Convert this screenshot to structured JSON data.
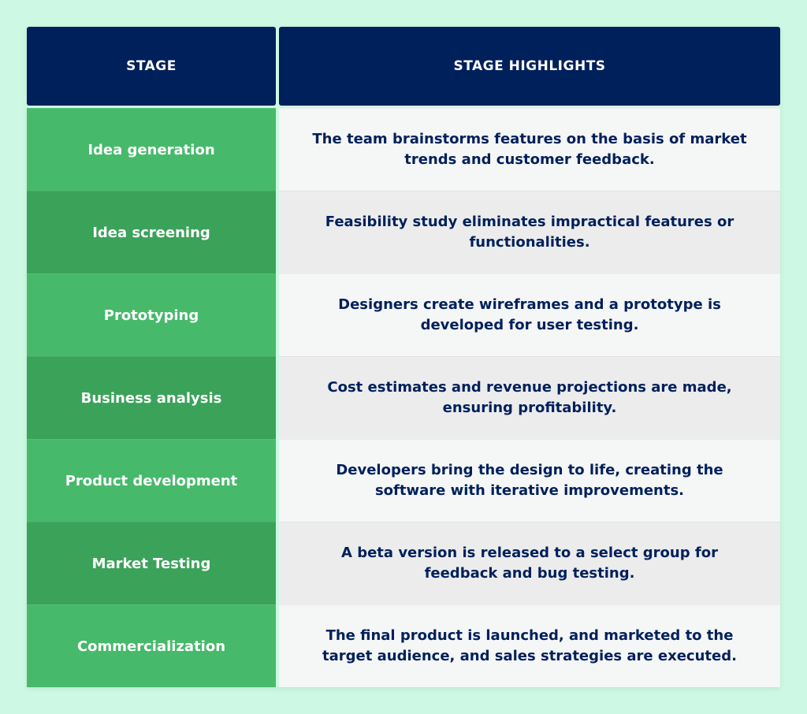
{
  "table": {
    "headers": {
      "stage": "STAGE",
      "highlights": "STAGE HIGHLIGHTS"
    },
    "rows": [
      {
        "stage": "Idea generation",
        "highlight": "The team brainstorms features on the basis of market trends and customer feedback."
      },
      {
        "stage": "Idea screening",
        "highlight": "Feasibility study eliminates impractical features or functionalities."
      },
      {
        "stage": "Prototyping",
        "highlight": "Designers create wireframes and a prototype is developed for user testing."
      },
      {
        "stage": "Business analysis",
        "highlight": "Cost estimates and revenue projections are made, ensuring profitability."
      },
      {
        "stage": "Product development",
        "highlight": "Developers bring the design to life, creating the software with iterative improvements."
      },
      {
        "stage": "Market Testing",
        "highlight": "A beta version is released to a select group for feedback and bug testing."
      },
      {
        "stage": "Commercialization",
        "highlight": "The final product is launched, and marketed to the target audience, and sales strategies are executed."
      }
    ]
  },
  "colors": {
    "header_bg": "#00205b",
    "stage_green_light": "#47b96b",
    "stage_green_dark": "#3ba25a",
    "page_bg": "#cdf8e3"
  }
}
